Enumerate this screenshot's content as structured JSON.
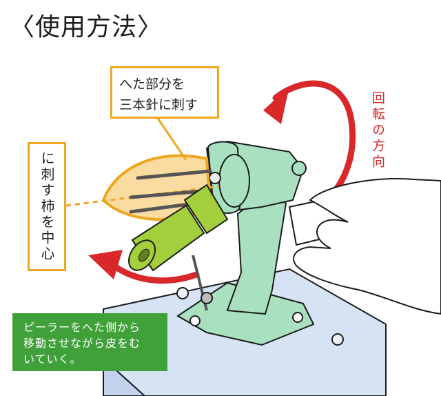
{
  "title": "〈使用方法〉",
  "callouts": {
    "heta_line1": "へた部分を",
    "heta_line2": "三本針に刺す",
    "center_line1": "柿を中心",
    "center_line2": "に刺す"
  },
  "rotation_label": "回転の方向",
  "instruction": {
    "line1": "ピーラーをへた側から",
    "line2": "移動させながら皮をむ",
    "line3": "いていく。"
  },
  "colors": {
    "frame_green": "#a9e0bf",
    "peeler_green": "#a4cf3c",
    "persimmon_fill": "#fbdca0",
    "callout_border": "#f0a51e",
    "arrow_red": "#d8282a",
    "instruction_bg": "#40a03a",
    "table_blue": "#d6e3f5"
  }
}
